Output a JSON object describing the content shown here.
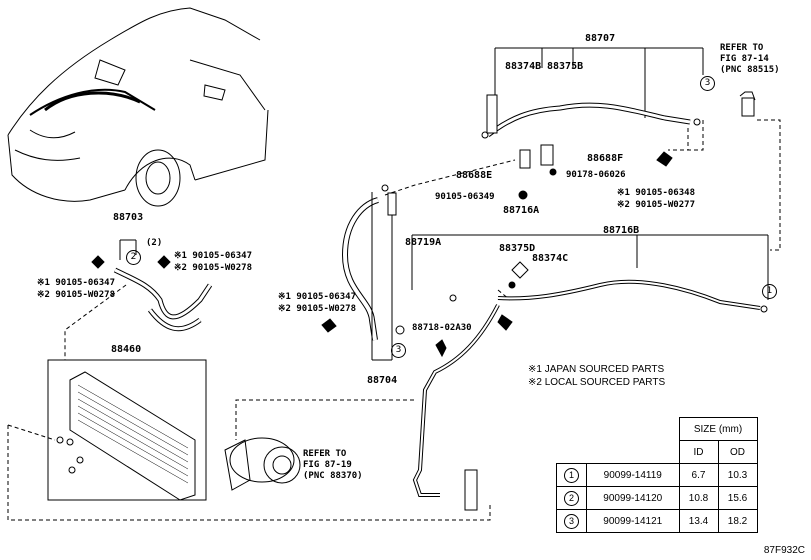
{
  "parts": {
    "p88707": "88707",
    "p88374B": "88374B",
    "p88375B": "88375B",
    "p88688E": "88688E",
    "p88688F": "88688F",
    "p90105_06349": "90105-06349",
    "p90178_06026": "90178-06026",
    "p88716A": "88716A",
    "p88716B": "88716B",
    "p88719A": "88719A",
    "p88375D": "88375D",
    "p88374C": "88374C",
    "p88718_02A30": "88718-02A30",
    "p88704": "88704",
    "p88703": "88703",
    "p88460": "88460"
  },
  "variant_labels": {
    "mid_a1": "※1 90105-06348",
    "mid_a2": "※2 90105-W0277",
    "left_b1": "※1 90105-06347",
    "left_b2": "※2 90105-W0278",
    "pipe_c1": "※1 90105-06347",
    "pipe_c2": "※2 90105-W0278",
    "cond_d1": "※1 90105-06347",
    "cond_d2": "※2 90105-W0278"
  },
  "callouts": {
    "one": "1",
    "two": "2",
    "three": "3",
    "two_paren": "(2)"
  },
  "refs": {
    "top": [
      "REFER TO",
      "FIG 87-14",
      "(PNC 88515)"
    ],
    "bottom": [
      "REFER TO",
      "FIG 87-19",
      "(PNC 88370)"
    ]
  },
  "notes": {
    "n1": "※1 JAPAN SOURCED PARTS",
    "n2": "※2 LOCAL SOURCED PARTS"
  },
  "size_table": {
    "header": "SIZE (mm)",
    "col_id": "ID",
    "col_od": "OD",
    "rows": [
      {
        "no": "1",
        "part": "90099-14119",
        "id": "6.7",
        "od": "10.3"
      },
      {
        "no": "2",
        "part": "90099-14120",
        "id": "10.8",
        "od": "15.6"
      },
      {
        "no": "3",
        "part": "90099-14121",
        "id": "13.4",
        "od": "18.2"
      }
    ]
  },
  "figure_code": "87F932C"
}
